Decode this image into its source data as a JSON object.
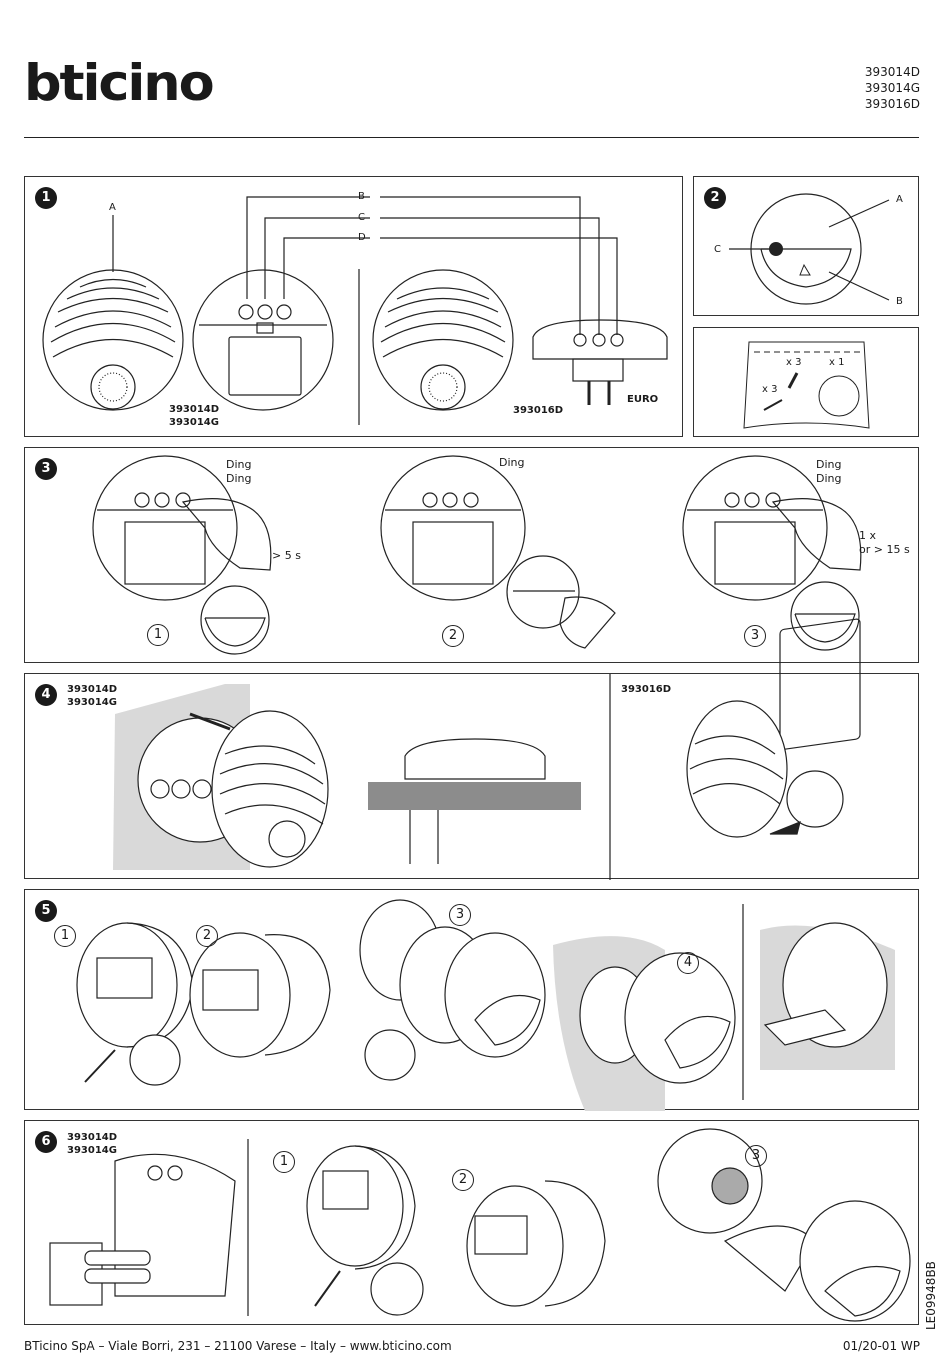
{
  "header": {
    "brand": "bticino",
    "models": [
      "393014D",
      "393014G",
      "393016D"
    ]
  },
  "panel1": {
    "step": "1",
    "label_a": "A",
    "label_b": "B",
    "label_c": "C",
    "label_d": "D",
    "model_left_1": "393014D",
    "model_left_2": "393014G",
    "model_right": "393016D",
    "plug": "EURO"
  },
  "panel2": {
    "step": "2",
    "label_a": "A",
    "label_b": "B",
    "label_c": "C",
    "qty_1": "x 3",
    "qty_2": "x 1",
    "qty_3": "x 3"
  },
  "panel3": {
    "step": "3",
    "sound_1": "Ding\nDing",
    "sound_2": "Ding",
    "sound_3": "Ding\nDing",
    "time_1": "> 5 s",
    "time_3": "1 x\nor > 15 s",
    "sub": [
      "1",
      "2",
      "3"
    ]
  },
  "panel4": {
    "step": "4",
    "model_left_1": "393014D",
    "model_left_2": "393014G",
    "model_right": "393016D"
  },
  "panel5": {
    "step": "5",
    "sub": [
      "1",
      "2",
      "3",
      "4"
    ]
  },
  "panel6": {
    "step": "6",
    "model_1": "393014D",
    "model_2": "393014G",
    "sub": [
      "1",
      "2",
      "3"
    ]
  },
  "footer": {
    "address": "BTicino SpA – Viale Borri, 231 – 21100 Varese – Italy – www.bticino.com",
    "date": "01/20-01 WP",
    "docref": "LE09948BB"
  }
}
